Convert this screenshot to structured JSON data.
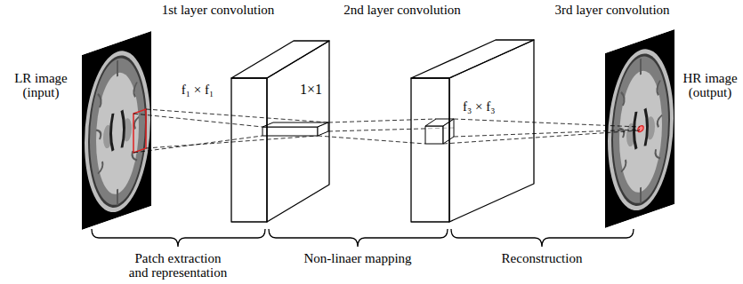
{
  "diagram": {
    "nodes": [
      {
        "text": [
          "1×1"
        ]
      },
      {
        "text": [
          "f₃ × f₃"
        ]
      }
    ],
    "labels": [
      "1st layer convolution",
      "2nd layer convolution",
      "3rd layer convolution",
      "LR image (input)",
      "f₁ × f₁",
      "HR image (output)",
      "Patch extraction and representation",
      "Non-linaer mapping",
      "Reconstruction"
    ]
  }
}
